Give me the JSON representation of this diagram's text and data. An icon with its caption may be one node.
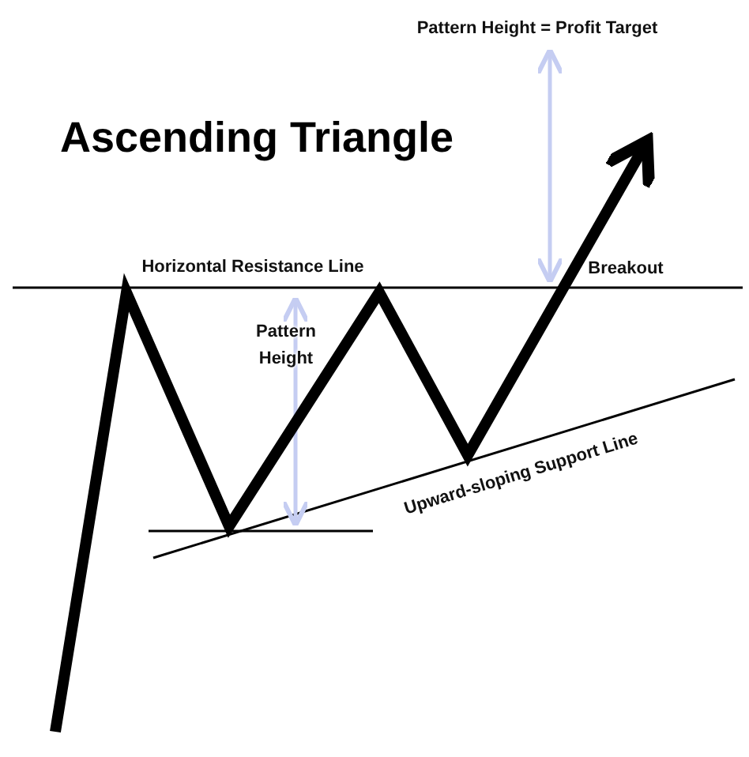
{
  "diagram": {
    "title": "Ascending Triangle",
    "labels": [
      "Pattern Height = Profit Target",
      "Horizontal Resistance Line",
      "Breakout",
      "Pattern Height",
      "Upward-sloping Support Line"
    ]
  }
}
